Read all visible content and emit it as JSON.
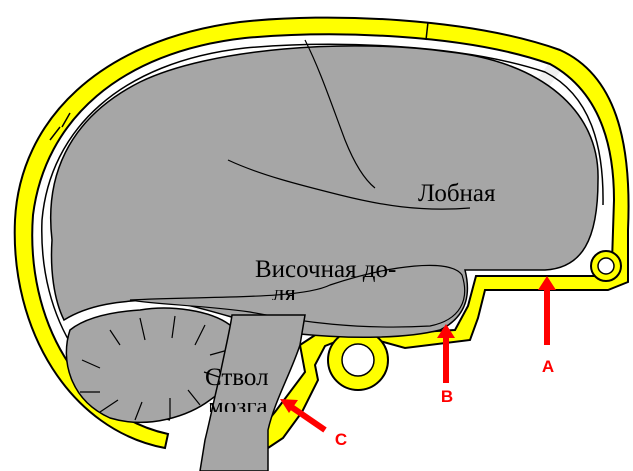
{
  "labels": {
    "frontal": "Лобная",
    "temporal_line1": "Височная до-",
    "temporal_line2": "ля",
    "brainstem_line1": "Ствол",
    "brainstem_line2": "мозга"
  },
  "arrows": {
    "a": "A",
    "b": "B",
    "c": "C"
  },
  "colors": {
    "skull": "#ffff00",
    "outline": "#000000",
    "brain": "#a6a6a6",
    "arrow": "#ff0000",
    "background": "#ffffff"
  }
}
